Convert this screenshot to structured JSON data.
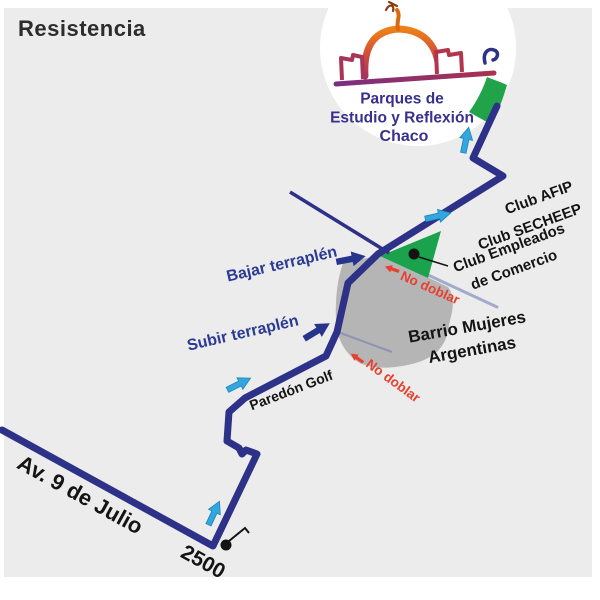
{
  "title": "Resistencia",
  "logo": {
    "line1": "Parques de",
    "line2": "Estudio y Reflexión",
    "line3": "Chaco"
  },
  "labels": {
    "bajar": "Bajar terraplén",
    "subir": "Subir terraplén",
    "paredon_golf": "Paredón Golf",
    "club_afip": "Club AFIP",
    "club_secheep": "Club SECHEEP",
    "club_empleados_line1": "Club Empleados",
    "club_empleados_line2": "de Comercio",
    "barrio_line1": "Barrio Mujeres",
    "barrio_line2": "Argentinas",
    "avenue": "Av. 9 de Julio",
    "address_number": "2500",
    "no_doblar": "No doblar"
  },
  "icons": {
    "route_direction_arrow": "cyan up-right arrow",
    "maneuver_arrow": "navy bold arrow",
    "no_turn_arrow": "small red left arrow",
    "location_dot": "black filled circle",
    "park_logo": "orange-purple dome monument"
  },
  "colors": {
    "map_background": "#ececec",
    "route": "#2d3188",
    "route_faded": "#a3abcd",
    "direction_arrow": "#33a7dd",
    "maneuver_arrow": "#27348b",
    "warning_red": "#e8402e",
    "park_green": "#21a449",
    "barrio_gray": "#b5b5b5",
    "label_navy": "#2b3a94",
    "logo_text": "#38308f"
  }
}
